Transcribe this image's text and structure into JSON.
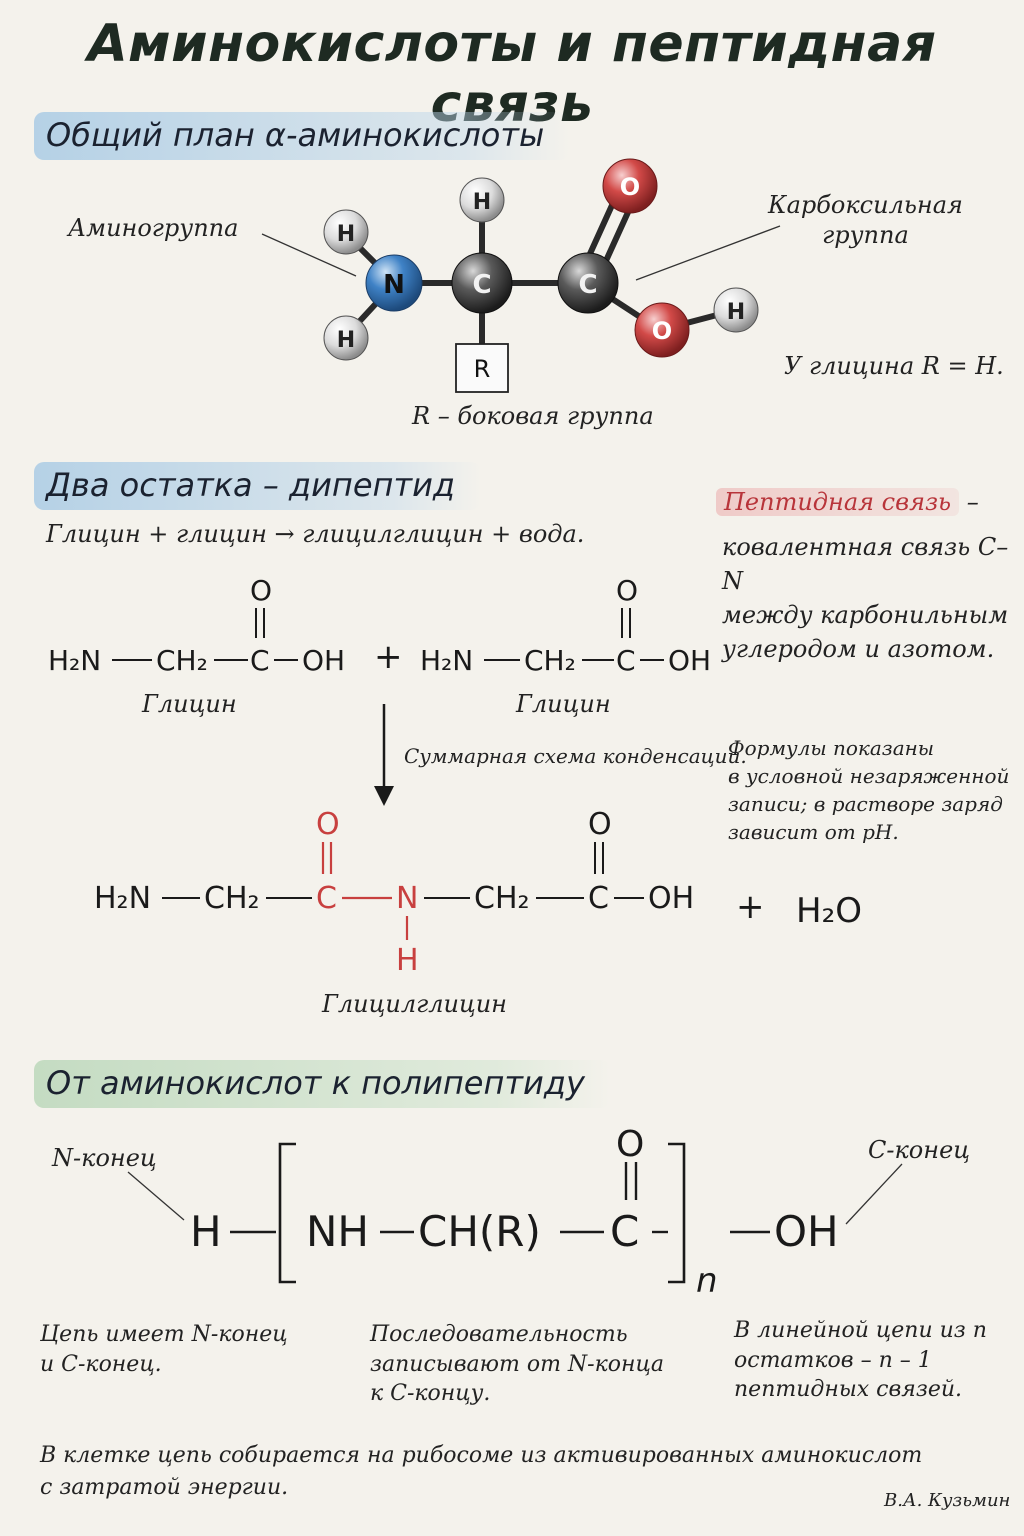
{
  "title": "Аминокислоты и пептидная связь",
  "section1": {
    "heading": "Общий план α-аминокислоты",
    "amino_label": "Аминогруппа",
    "carboxyl_label": "Карбоксильная\nгруппа",
    "side_label": "R – боковая группа",
    "glycine_note": "У глицина R = H.",
    "atoms": {
      "h": "H",
      "n": "N",
      "c": "C",
      "o": "O",
      "r": "R"
    }
  },
  "section2": {
    "heading": "Два остатка – дипептид",
    "equation": "Глицин + глицин → глицилглицин + вода.",
    "peptide_term": "Пептидная связь",
    "peptide_dash": " –",
    "peptide_def": "ковалентная связь C–N\nмежду карбонильным\nуглеродом и азотом.",
    "glycine_name": "Глицин",
    "condensation": "Суммарная схема конденсации.",
    "formula_note": "Формулы показаны\nв условной незаряженной\nзаписи; в растворе заряд\nзависит от pH.",
    "product_name": "Глицилглицин",
    "plus": "+",
    "water": "H₂O",
    "fr": {
      "h2n": "H₂N",
      "ch2": "CH₂",
      "c": "C",
      "oh": "OH",
      "o": "O",
      "n": "N",
      "h": "H"
    }
  },
  "section3": {
    "heading": "От аминокислот к полипептиду",
    "n_end": "N-конец",
    "c_end": "C-конец",
    "h": "H",
    "nh": "NH",
    "chr": "CH(R)",
    "c": "C",
    "o": "O",
    "oh": "OH",
    "n_sub": "n",
    "note1": "Цепь имеет N-конец\nи C-конец.",
    "note2": "Последовательность\nзаписывают от N-конца\nк C-концу.",
    "note3": "В линейной цепи из n\nостатков – n – 1\nпептидных связей.",
    "bottom_note": "В клетке цепь собирается на рибосоме из активированных аминокислот\nс затратой энергии.",
    "signature": "В.А. Кузьмин"
  },
  "colors": {
    "nitrogen": "#2f6fb3",
    "oxygen": "#c8403f",
    "carbon": "#3a3a3a",
    "hydrogen": "#e6e6e6",
    "peptide": "#c8403f"
  }
}
